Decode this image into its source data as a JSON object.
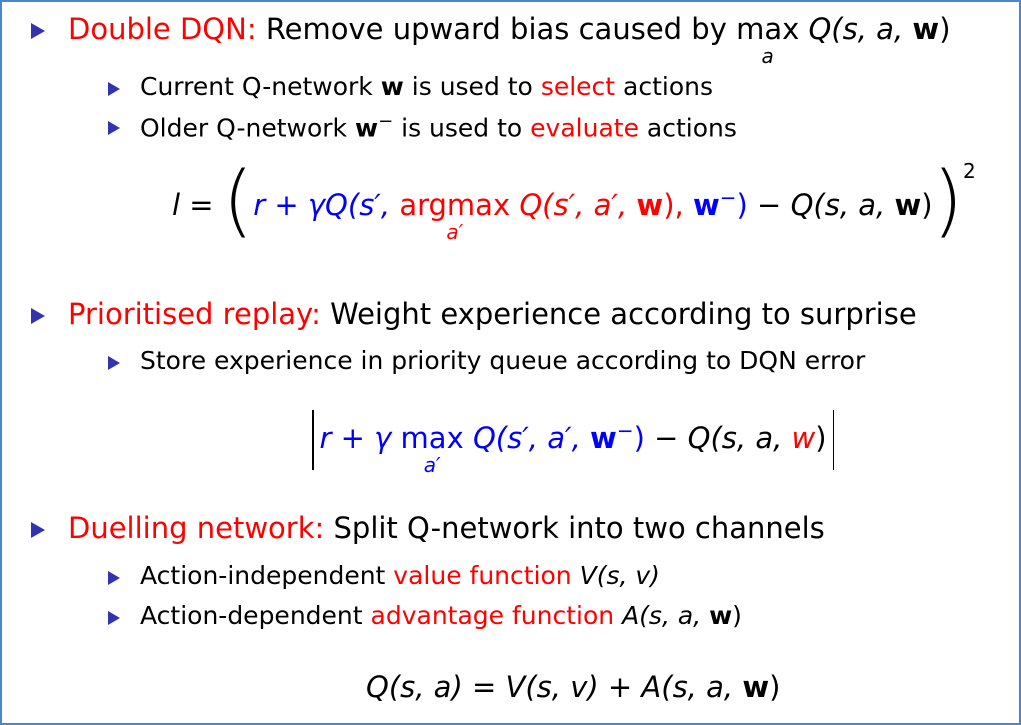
{
  "colors": {
    "accent": "#ff0000",
    "math_blue": "#0000ff",
    "bullet": "#3333b2",
    "frame": "#4a86c8"
  },
  "bullets": [
    {
      "title": "Double DQN:",
      "text": "Remove upward bias caused by ",
      "op": "max",
      "op_sub": "a",
      "tail_Q": " Q(s, a, ",
      "tail_w": "w",
      "tail_close": ")",
      "subs": [
        {
          "pre": "Current Q-network ",
          "bold": "w",
          "mid": " is used to ",
          "hl": "select",
          "post": " actions"
        },
        {
          "pre": "Older Q-network ",
          "bold": "w",
          "sup": "−",
          "mid": " is used to ",
          "hl": "evaluate",
          "post": " actions"
        }
      ]
    },
    {
      "title": "Prioritised replay:",
      "text": "Weight experience according to surprise",
      "subs": [
        {
          "pre": "Store experience in priority queue according to DQN error"
        }
      ]
    },
    {
      "title": "Duelling network:",
      "text": "Split Q-network into two channels",
      "subs": [
        {
          "pre": "Action-independent ",
          "hl": "value function",
          "post": " ",
          "math": "V(s, v)"
        },
        {
          "pre": "Action-dependent ",
          "hl": "advantage function",
          "post": " ",
          "math": "A(s, a, ",
          "bold": "w",
          "close": ")"
        }
      ]
    }
  ],
  "eq1": {
    "lhs": "l =",
    "lparen": "(",
    "p1": "r + γQ(s′, ",
    "argmax": "argmax",
    "argsub": "a′",
    "p2": " Q(s′, a′, ",
    "w": "w",
    "p3": "), ",
    "w2": "w",
    "minus": "−",
    "p4": ")",
    "p5": " − Q(s, a, ",
    "w3": "w",
    "p6": ")",
    "rparen": ")",
    "pow": "2"
  },
  "eq2": {
    "p1": "r + γ ",
    "max": "max",
    "maxsub": "a′",
    "p2": " Q(s′, a′, ",
    "w": "w",
    "minus": "−",
    "p3": ")",
    "p4": " − Q(s, a, ",
    "w2": "w",
    "p5": ")"
  },
  "eq3": {
    "p1": "Q(s, a) = V(s, v) + A(s, a, ",
    "w": "w",
    "p2": ")"
  }
}
